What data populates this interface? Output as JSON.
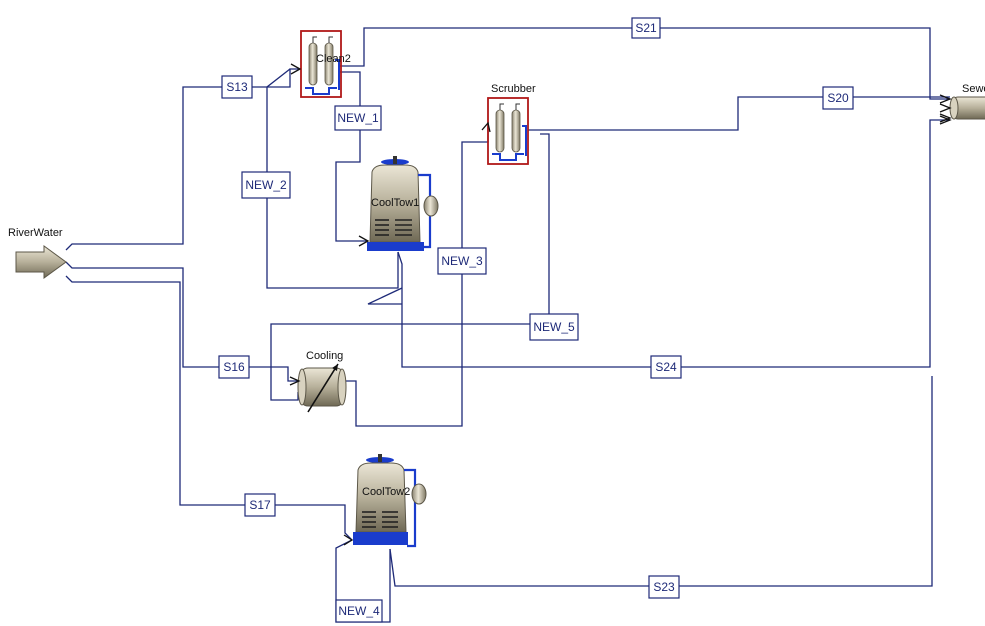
{
  "units": [
    {
      "id": "riverwater",
      "label": "RiverWater"
    },
    {
      "id": "clean2",
      "label": "Clean2"
    },
    {
      "id": "scrubber",
      "label": "Scrubber"
    },
    {
      "id": "sewer",
      "label": "Sewe"
    },
    {
      "id": "cooltow1",
      "label": "CoolTow1"
    },
    {
      "id": "cooling",
      "label": "Cooling"
    },
    {
      "id": "cooltow2",
      "label": "CoolTow2"
    }
  ],
  "streams": [
    "S13",
    "S21",
    "S20",
    "NEW_1",
    "NEW_2",
    "NEW_3",
    "NEW_5",
    "S16",
    "S24",
    "S17",
    "S23",
    "NEW_4"
  ],
  "colors": {
    "stream": "#1e2a78",
    "highlight": "#b01818",
    "accent": "#1a3ccc",
    "equipment": "#c9c2ac"
  }
}
